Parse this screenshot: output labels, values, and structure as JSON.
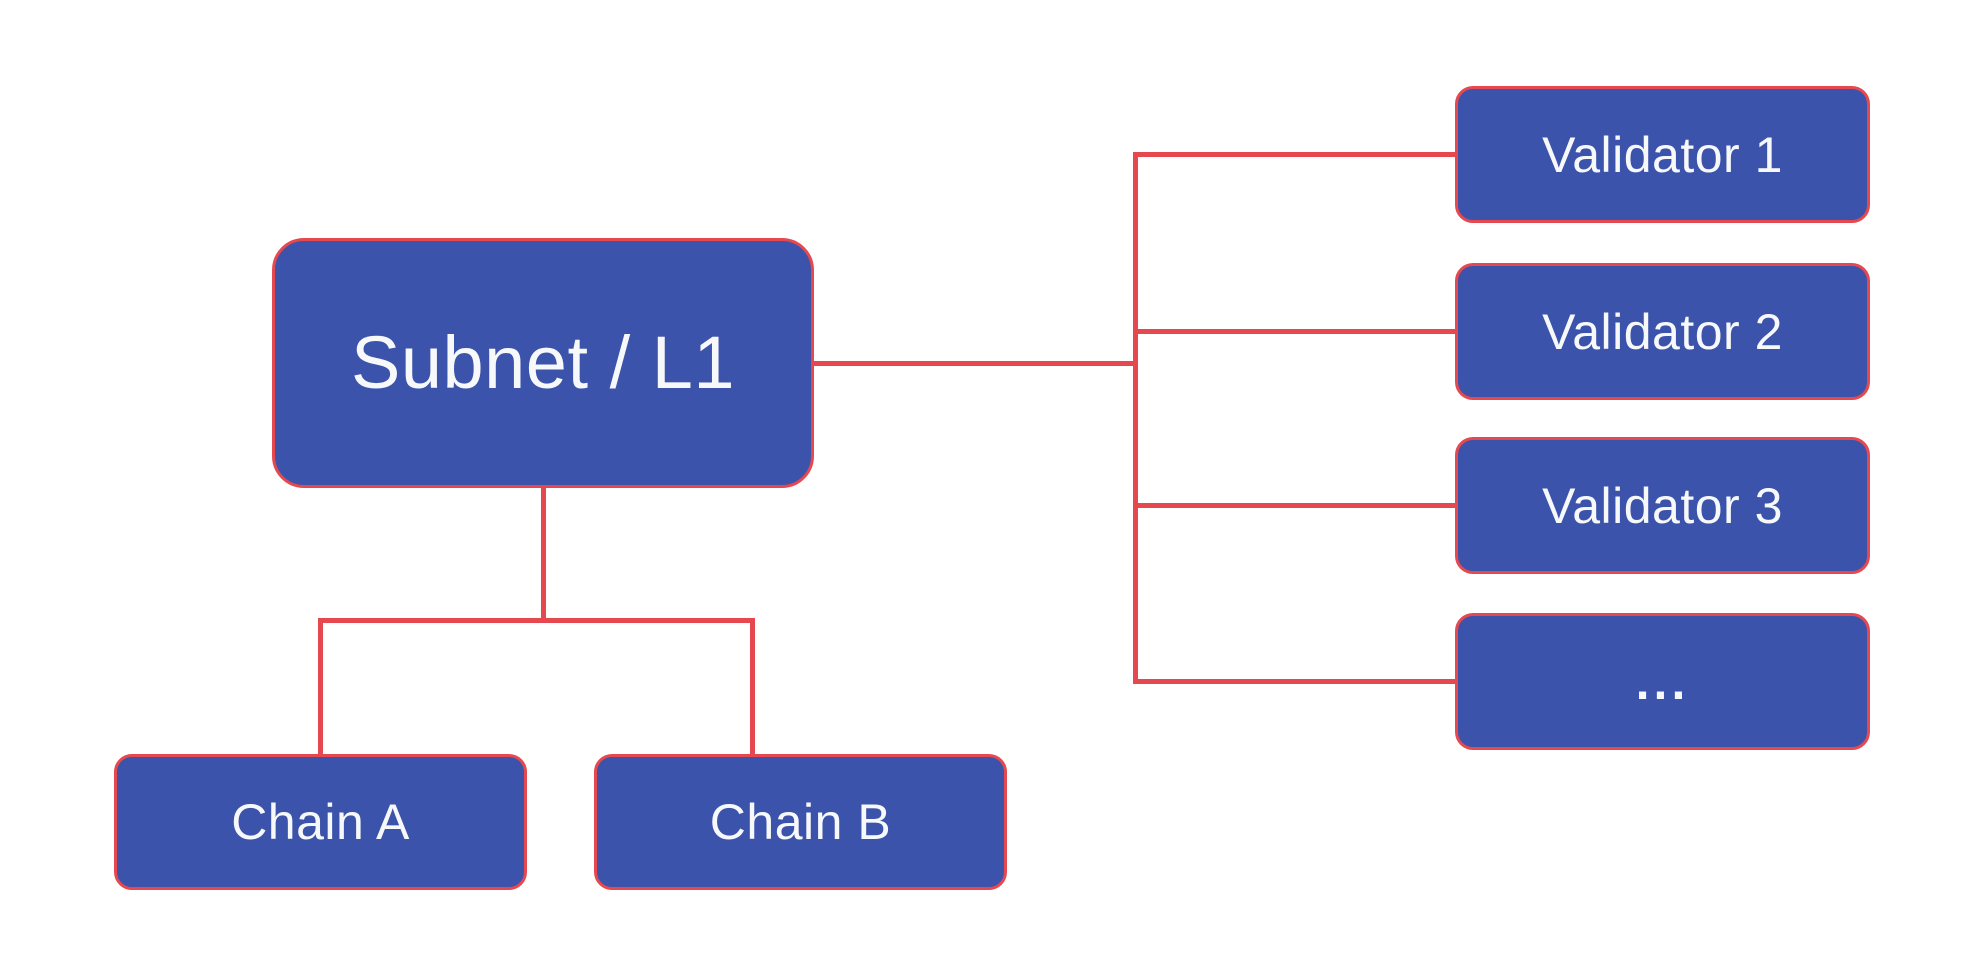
{
  "diagram": {
    "colors": {
      "background": "#ffffff",
      "node_fill": "#3b53ab",
      "node_border": "#e5484f",
      "connector_line": "#e5484f",
      "label_text": "#f7f8fa"
    },
    "nodes": {
      "subnet": {
        "label": "Subnet / L1"
      },
      "chain_a": {
        "label": "Chain A"
      },
      "chain_b": {
        "label": "Chain B"
      },
      "validator_1": {
        "label": "Validator 1"
      },
      "validator_2": {
        "label": "Validator 2"
      },
      "validator_3": {
        "label": "Validator 3"
      },
      "more_validators": {
        "label": "..."
      }
    }
  }
}
